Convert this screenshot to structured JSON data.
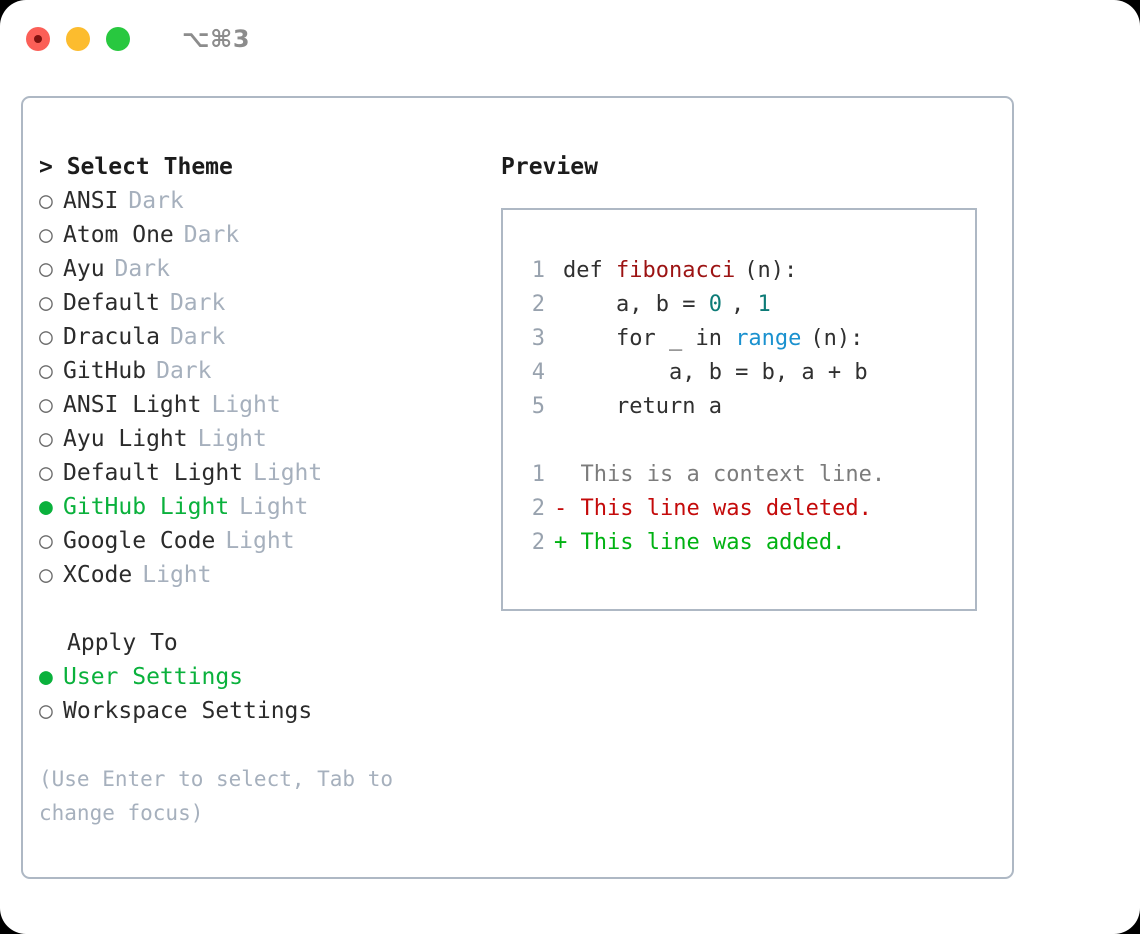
{
  "titlebar": {
    "shortcut": "⌥⌘3",
    "lights": [
      "close",
      "minimize",
      "maximize"
    ]
  },
  "theme_picker": {
    "header": "> Select Theme",
    "bullet_unselected": "○",
    "bullet_selected": "●",
    "items": [
      {
        "bullet": "○",
        "name": "ANSI",
        "category": "Dark",
        "selected": false
      },
      {
        "bullet": "○",
        "name": "Atom One",
        "category": "Dark",
        "selected": false
      },
      {
        "bullet": "○",
        "name": "Ayu",
        "category": "Dark",
        "selected": false
      },
      {
        "bullet": "○",
        "name": "Default",
        "category": "Dark",
        "selected": false
      },
      {
        "bullet": "○",
        "name": "Dracula",
        "category": "Dark",
        "selected": false
      },
      {
        "bullet": "○",
        "name": "GitHub",
        "category": "Dark",
        "selected": false
      },
      {
        "bullet": "○",
        "name": "ANSI Light",
        "category": "Light",
        "selected": false
      },
      {
        "bullet": "○",
        "name": "Ayu Light",
        "category": "Light",
        "selected": false
      },
      {
        "bullet": "○",
        "name": "Default Light",
        "category": "Light",
        "selected": false
      },
      {
        "bullet": "●",
        "name": "GitHub Light",
        "category": "Light",
        "selected": true
      },
      {
        "bullet": "○",
        "name": "Google Code",
        "category": "Light",
        "selected": false
      },
      {
        "bullet": "○",
        "name": "XCode",
        "category": "Light",
        "selected": false
      }
    ]
  },
  "apply_to": {
    "label": "Apply To",
    "options": [
      {
        "bullet": "●",
        "name": "User Settings",
        "selected": true
      },
      {
        "bullet": "○",
        "name": "Workspace Settings",
        "selected": false
      }
    ]
  },
  "hint": "(Use Enter to select, Tab to change focus)",
  "preview": {
    "title": "Preview",
    "code_lines": [
      {
        "no": "1",
        "parts": [
          {
            "text": "def ",
            "tok": "plain"
          },
          {
            "text": "fibonacci",
            "tok": "fn"
          },
          {
            "text": "(n):",
            "tok": "plain"
          }
        ]
      },
      {
        "no": "2",
        "parts": [
          {
            "text": "    a, b = ",
            "tok": "plain"
          },
          {
            "text": "0",
            "tok": "num"
          },
          {
            "text": ", ",
            "tok": "plain"
          },
          {
            "text": "1",
            "tok": "num"
          }
        ]
      },
      {
        "no": "3",
        "parts": [
          {
            "text": "    for _ in ",
            "tok": "plain"
          },
          {
            "text": "range",
            "tok": "call"
          },
          {
            "text": "(n):",
            "tok": "plain"
          }
        ]
      },
      {
        "no": "4",
        "parts": [
          {
            "text": "        a, b = b, a + b",
            "tok": "plain"
          }
        ]
      },
      {
        "no": "5",
        "parts": [
          {
            "text": "    return a",
            "tok": "plain"
          }
        ]
      }
    ],
    "diff_lines": [
      {
        "no": "1",
        "marker": "  ",
        "text": "This is a context line.",
        "kind": "ctx"
      },
      {
        "no": "2",
        "marker": "- ",
        "text": "This line was deleted.",
        "kind": "del"
      },
      {
        "no": "2",
        "marker": "+ ",
        "text": "This line was added.",
        "kind": "add"
      }
    ]
  },
  "colors": {
    "selection_green": "#0ab13c",
    "muted": "#a6b0bd",
    "border": "#aeb8c4",
    "diff_delete": "#c40a0a",
    "diff_add": "#00b212",
    "token_function": "#9c1313",
    "token_number": "#0d7b77",
    "token_call": "#1a91cf"
  }
}
